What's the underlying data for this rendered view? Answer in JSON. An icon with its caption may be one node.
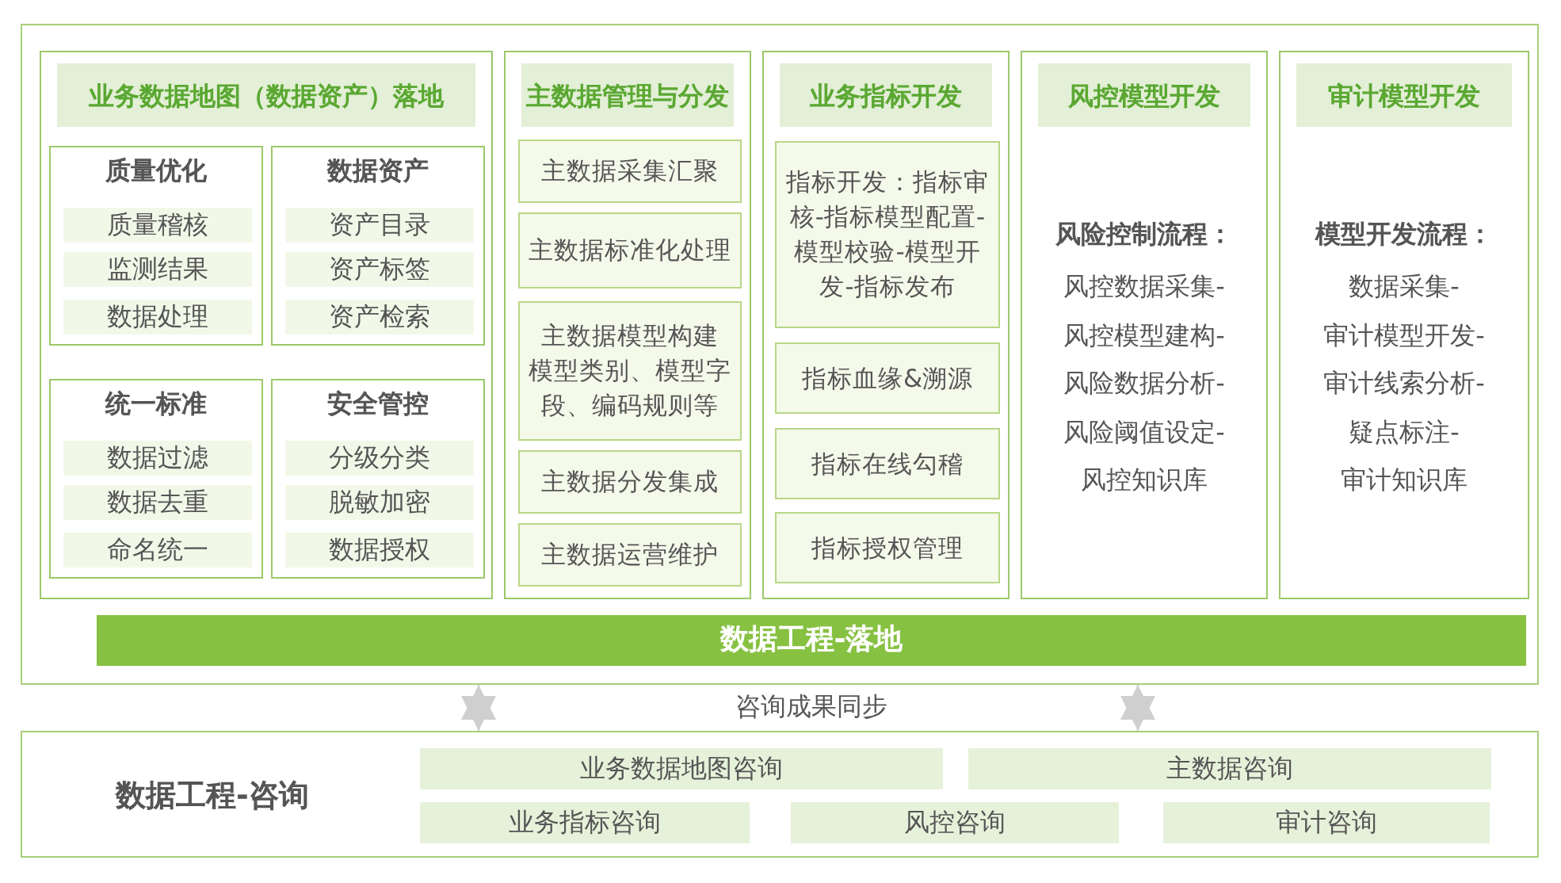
{
  "diagram": {
    "nodes": [
      {
        "text": [],
        "shape": "box"
      },
      {
        "text": [
          "业务数据地图（数据资产）落地"
        ],
        "in": 0
      },
      {
        "text": [
          "质量优化"
        ],
        "in": 1
      },
      {
        "text": [
          "质量稽核"
        ],
        "in": 2
      },
      {
        "text": [
          "监测结果"
        ],
        "in": 2
      },
      {
        "text": [
          "数据处理"
        ],
        "in": 2
      },
      {
        "text": [
          "数据资产"
        ],
        "in": 1
      },
      {
        "text": [
          "资产目录"
        ],
        "in": 6
      },
      {
        "text": [
          "资产标签"
        ],
        "in": 6
      },
      {
        "text": [
          "资产检索"
        ],
        "in": 6
      },
      {
        "text": [
          "统一标准"
        ],
        "in": 1
      },
      {
        "text": [
          "数据过滤"
        ],
        "in": 10
      },
      {
        "text": [
          "数据去重"
        ],
        "in": 10
      },
      {
        "text": [
          "命名统一"
        ],
        "in": 10
      },
      {
        "text": [
          "安全管控"
        ],
        "in": 1
      },
      {
        "text": [
          "分级分类"
        ],
        "in": 14
      },
      {
        "text": [
          "脱敏加密"
        ],
        "in": 14
      },
      {
        "text": [
          "数据授权"
        ],
        "in": 14
      },
      {
        "text": [
          "主数据管理与分发"
        ],
        "in": 0
      },
      {
        "text": [
          "主数据采集汇聚"
        ],
        "in": 18
      },
      {
        "text": [
          "主数据标准化处理"
        ],
        "in": 18
      },
      {
        "text": [
          "主数据模型构建",
          "模型类别、模型字段、编码规则等"
        ],
        "in": 18
      },
      {
        "text": [
          "主数据分发集成"
        ],
        "in": 18
      },
      {
        "text": [
          "主数据运营维护"
        ],
        "in": 18
      },
      {
        "text": [
          "业务指标开发"
        ],
        "in": 0
      },
      {
        "text": [
          "指标开发：指标审核-指标模型配置-模型校验-模型开发-指标发布"
        ],
        "in": 24
      },
      {
        "text": [
          "指标血缘&溯源"
        ],
        "in": 24
      },
      {
        "text": [
          "指标在线勾稽"
        ],
        "in": 24
      },
      {
        "text": [
          "指标授权管理"
        ],
        "in": 24
      },
      {
        "text": [
          "风控模型开发",
          "风险控制流程：",
          "风控数据采集-风控模型建构-风险数据分析-风险阈值设定-风控知识库"
        ],
        "in": 0
      },
      {
        "text": [
          "审计模型开发",
          "模型开发流程：",
          "数据采集-审计模型开发-审计线索分析-疑点标注-审计知识库"
        ],
        "in": 0
      },
      {
        "text": [
          "数据工程-落地"
        ],
        "in": 0
      },
      {
        "text": [
          "数据工程-咨询"
        ]
      },
      {
        "text": [
          "业务数据地图咨询"
        ],
        "in": 32
      },
      {
        "text": [
          "主数据咨询"
        ],
        "in": 32
      },
      {
        "text": [
          "业务指标咨询"
        ],
        "in": 32
      },
      {
        "text": [
          "风控咨询"
        ],
        "in": 32
      },
      {
        "text": [
          "审计咨询"
        ],
        "in": 32
      }
    ],
    "edges": [
      {
        "from": 0,
        "to": 32,
        "arrow": "both"
      },
      {
        "from": 0,
        "to": 32,
        "arrow": "both"
      }
    ],
    "labels": [
      "咨询成果同步"
    ]
  }
}
